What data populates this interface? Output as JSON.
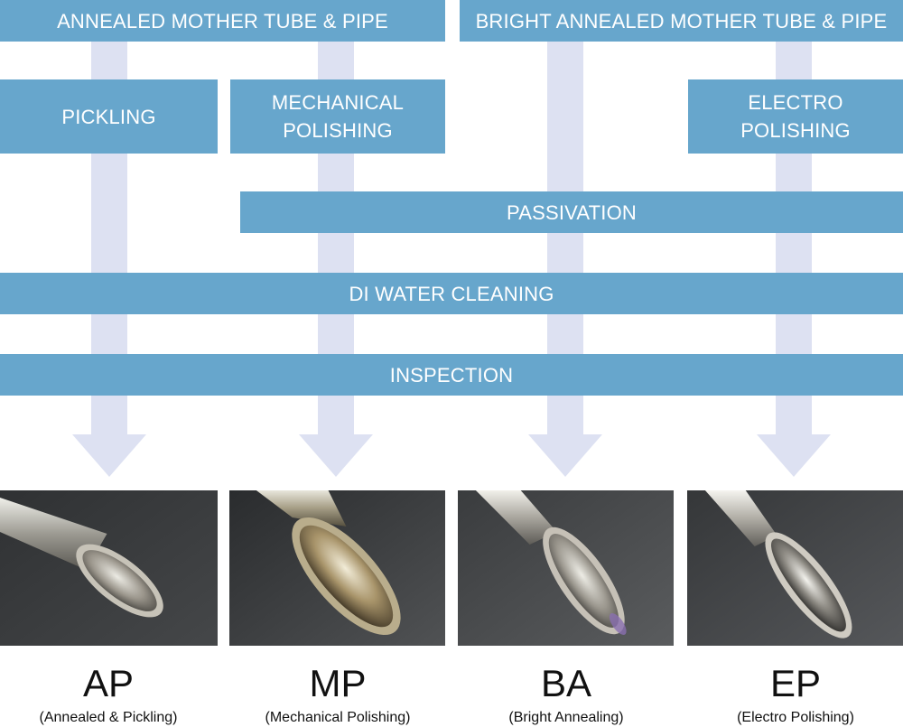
{
  "colors": {
    "box": "#67a6cc",
    "box_text": "#ffffff",
    "arrow": "#dde1f2",
    "caption_text": "#111111"
  },
  "source_boxes": {
    "annealed": "ANNEALED MOTHER TUBE & PIPE",
    "bright_annealed": "BRIGHT ANNEALED MOTHER TUBE & PIPE"
  },
  "treatments": {
    "pickling": "PICKLING",
    "mechanical_line1": "MECHANICAL",
    "mechanical_line2": "POLISHING",
    "electro_line1": "ELECTRO",
    "electro_line2": "POLISHING"
  },
  "stages": {
    "passivation": "PASSIVATION",
    "di_water": "DI WATER CLEANING",
    "inspection": "INSPECTION"
  },
  "products": [
    {
      "code": "AP",
      "description": "(Annealed & Pickling)",
      "photo": "tube-end-photo"
    },
    {
      "code": "MP",
      "description": "(Mechanical Polishing)",
      "photo": "tube-end-photo"
    },
    {
      "code": "BA",
      "description": "(Bright Annealing)",
      "photo": "tube-end-photo"
    },
    {
      "code": "EP",
      "description": "(Electro Polishing)",
      "photo": "tube-end-photo"
    }
  ]
}
